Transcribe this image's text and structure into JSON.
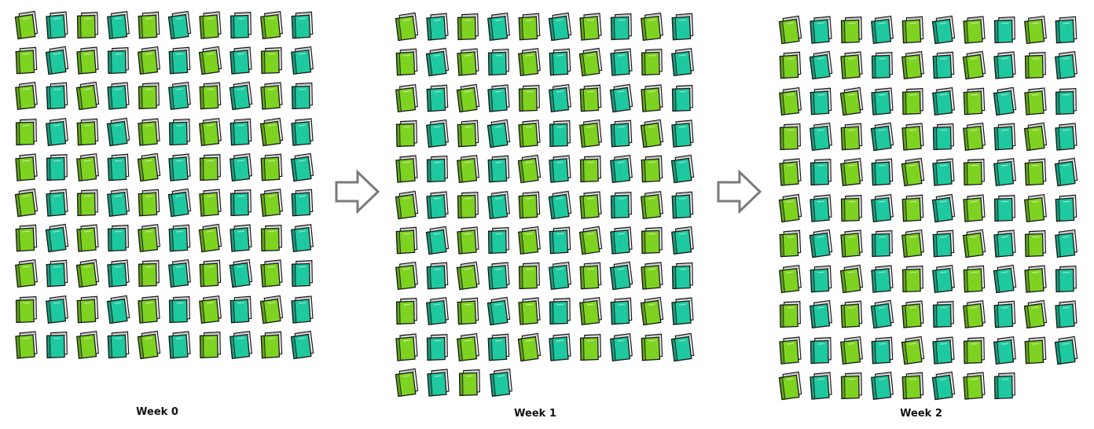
{
  "icons": {
    "item": "book-icon",
    "connector": "right-arrow-icon"
  },
  "colors": {
    "book_lime": "#7ed321",
    "book_teal": "#1fc9a0",
    "outline": "#1a1a1a",
    "arrow_fill": "#ffffff",
    "arrow_stroke": "#7a7a7a"
  },
  "panels": [
    {
      "label": "Week 0",
      "count": 100
    },
    {
      "label": "Week 1",
      "count": 104
    },
    {
      "label": "Week 2",
      "count": 108
    }
  ]
}
